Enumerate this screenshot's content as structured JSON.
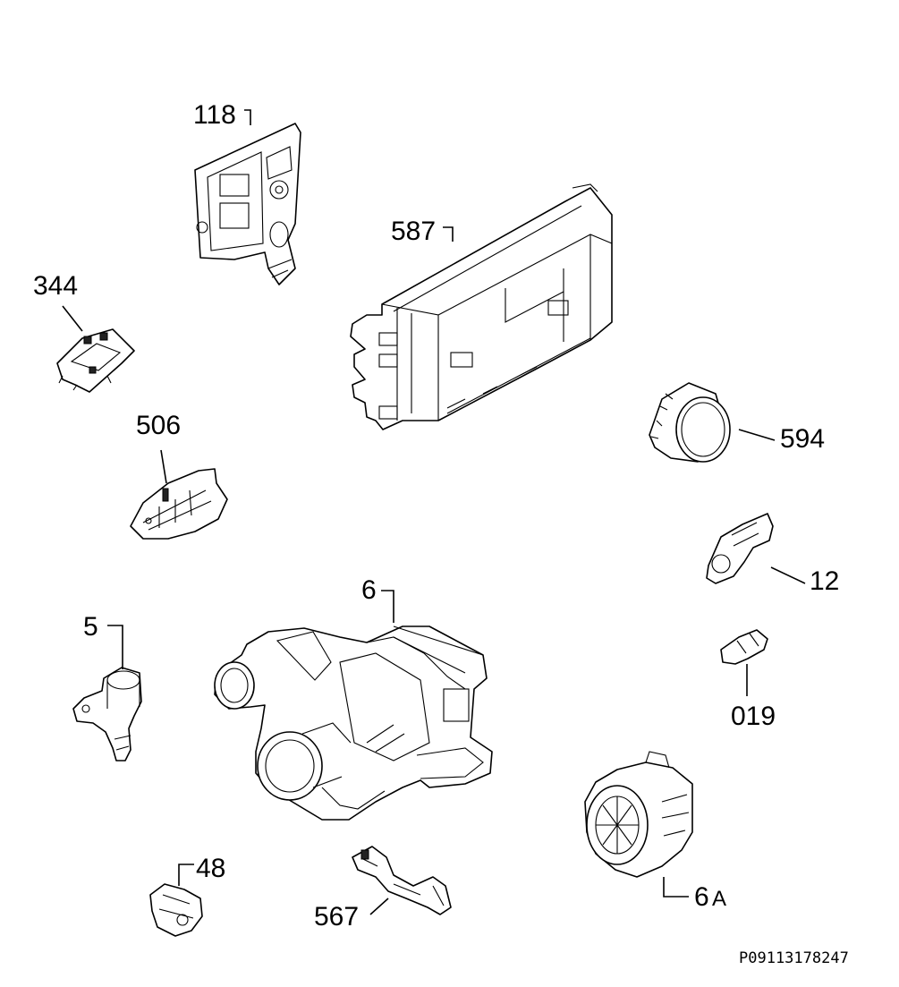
{
  "callouts": {
    "p118": "118",
    "p587": "587",
    "p344": "344",
    "p506": "506",
    "p594": "594",
    "p12": "12",
    "p6": "6",
    "p5": "5",
    "p019": "019",
    "p48": "48",
    "p567": "567",
    "p6A_num": "6",
    "p6A_suffix": "A"
  },
  "reference_code": "P09113178247",
  "colors": {
    "line": "#000000",
    "background": "#ffffff"
  },
  "parts": [
    {
      "callout": "118",
      "icon": "control-panel-bracket-icon"
    },
    {
      "callout": "587",
      "icon": "electronic-module-icon"
    },
    {
      "callout": "344",
      "icon": "switch-assembly-icon"
    },
    {
      "callout": "506",
      "icon": "sensor-clip-icon"
    },
    {
      "callout": "594",
      "icon": "round-sensor-icon"
    },
    {
      "callout": "12",
      "icon": "connector-icon"
    },
    {
      "callout": "6",
      "icon": "circulation-pump-icon"
    },
    {
      "callout": "5",
      "icon": "inlet-valve-icon"
    },
    {
      "callout": "019",
      "icon": "small-connector-icon"
    },
    {
      "callout": "48",
      "icon": "flow-meter-icon"
    },
    {
      "callout": "567",
      "icon": "cable-clamp-icon"
    },
    {
      "callout": "6A",
      "icon": "drain-pump-icon"
    }
  ]
}
